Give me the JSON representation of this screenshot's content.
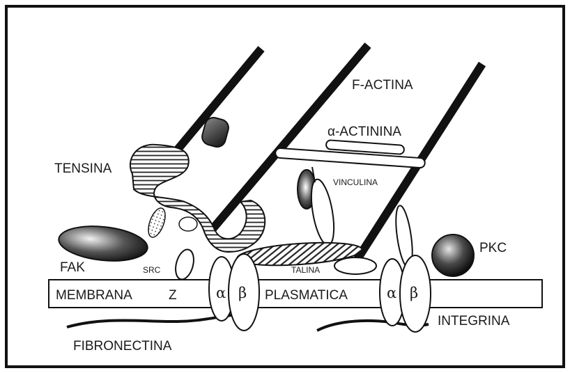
{
  "diagram": {
    "labels": {
      "f_actina": "F-ACTINA",
      "alpha_actinina": "α-ACTININA",
      "tensina": "TENSINA",
      "vinculina": "VINCULINA",
      "fak": "FAK",
      "src": "SRC",
      "pkc": "PKC",
      "talina": "TALINA",
      "membrana": "MEMBRANA",
      "z": "Z",
      "plasmatica": "PLASMATICA",
      "integrina": "INTEGRINA",
      "fibronectina": "FIBRONECTINA",
      "alpha_1": "α",
      "beta_1": "β",
      "alpha_2": "α",
      "beta_2": "β"
    }
  }
}
